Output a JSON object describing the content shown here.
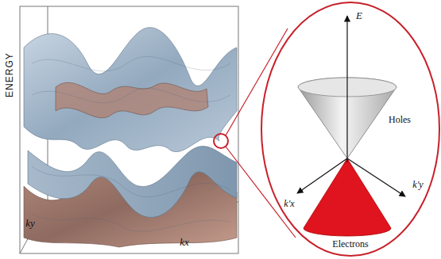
{
  "diagram": {
    "labels": [
      "ENERGY",
      "ky",
      "kx",
      "E",
      "Holes",
      "k′x",
      "k′y",
      "Electrons"
    ]
  }
}
